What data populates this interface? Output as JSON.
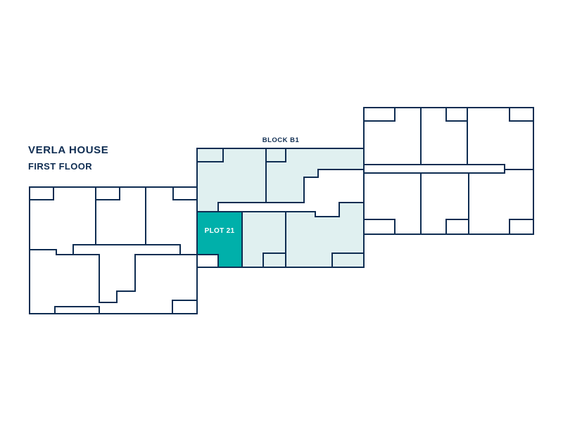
{
  "building": {
    "title": "VERLA HOUSE",
    "floor": "FIRST FLOOR"
  },
  "block": {
    "label": "BLOCK B1"
  },
  "selected_plot": {
    "label": "PLOT 21"
  },
  "colors": {
    "line": "#0f2d52",
    "block_fill": "#e0f0f0",
    "selected_fill": "#00b0aa",
    "background": "#ffffff"
  }
}
